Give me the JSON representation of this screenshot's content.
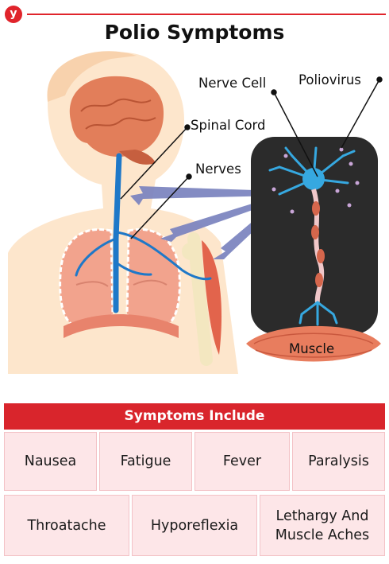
{
  "brand": {
    "logo_letter": "y"
  },
  "title": "Polio Symptoms",
  "labels": {
    "nerve_cell": "Nerve Cell",
    "poliovirus": "Poliovirus",
    "spinal_cord": "Spinal Cord",
    "nerves": "Nerves",
    "muscle": "Muscle"
  },
  "symptoms": {
    "header": "Symptoms Include",
    "row1": [
      "Nausea",
      "Fatigue",
      "Fever",
      "Paralysis"
    ],
    "row2": [
      "Throatache",
      "Hyporeflexia",
      "Lethargy And Muscle Aches"
    ]
  },
  "colors": {
    "accent_red": "#d9252c",
    "cell_bg": "#fde6e8",
    "nerve_blue": "#1e78c8",
    "panel_dark": "#2b2b2b"
  }
}
